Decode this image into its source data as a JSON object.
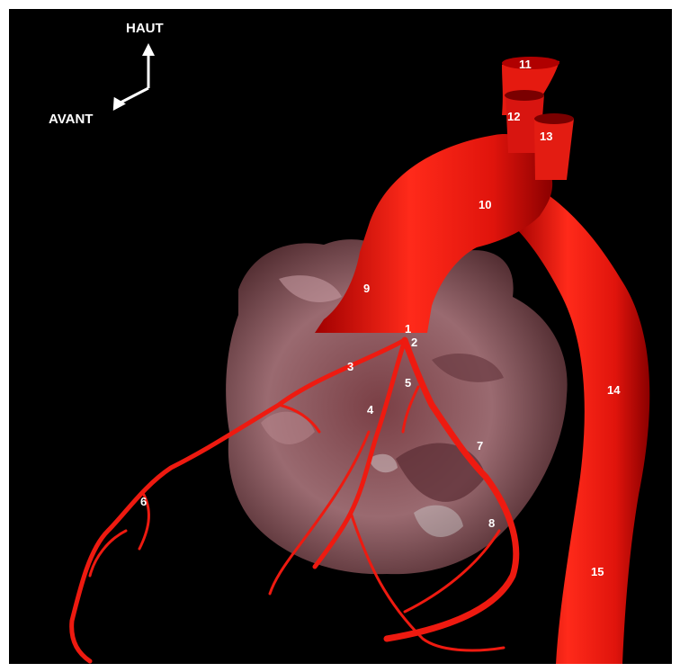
{
  "orientation": {
    "up_label": "HAUT",
    "front_label": "AVANT"
  },
  "labels": [
    "1",
    "2",
    "3",
    "4",
    "5",
    "6",
    "7",
    "8",
    "9",
    "10",
    "11",
    "12",
    "13",
    "14",
    "15"
  ],
  "colors": {
    "background": "#000000",
    "vessels": "#e01010",
    "heart": "#8a5a5e",
    "text": "#ffffff"
  }
}
